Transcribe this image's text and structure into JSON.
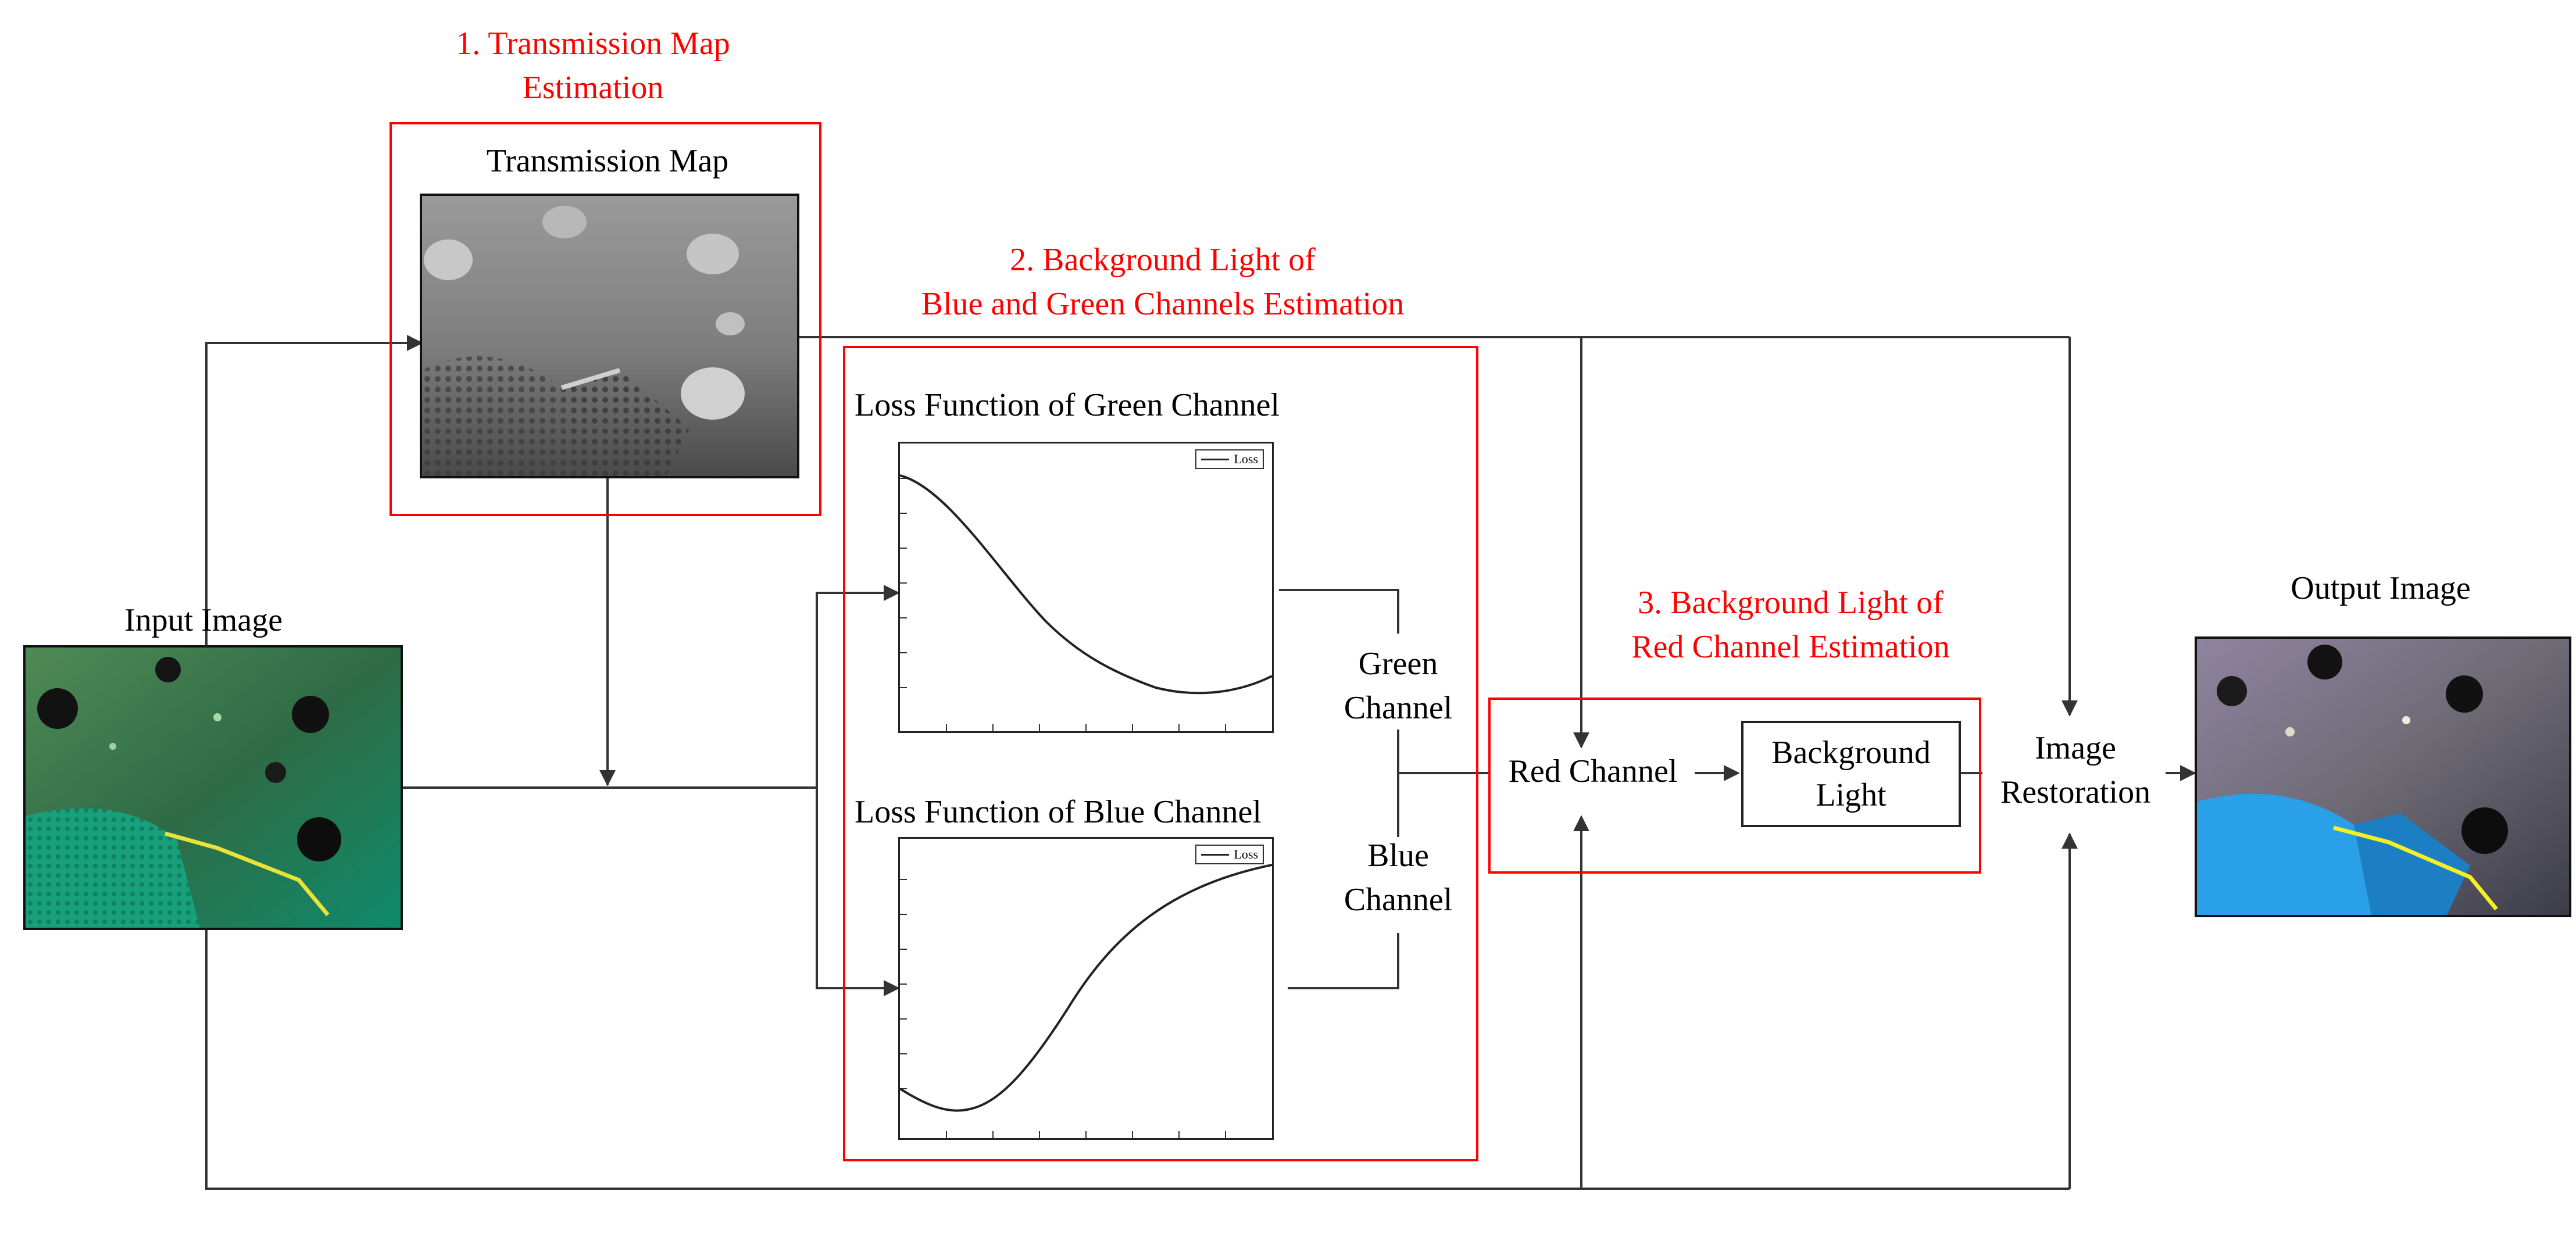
{
  "colors": {
    "accent_red": "#ff0000",
    "line": "#333333"
  },
  "step1": {
    "title_line1": "1. Transmission Map",
    "title_line2": "Estimation",
    "caption": "Transmission Map"
  },
  "step2": {
    "title_line1": "2. Background Light of",
    "title_line2": "Blue and Green Channels Estimation"
  },
  "step3": {
    "title_line1": "3. Background Light of",
    "title_line2": "Red Channel Estimation"
  },
  "input": {
    "caption": "Input Image"
  },
  "output": {
    "caption": "Output Image"
  },
  "green_plot": {
    "title": "Loss Function of Green Channel",
    "legend": "Loss"
  },
  "blue_plot": {
    "title": "Loss Function of Blue Channel",
    "legend": "Loss"
  },
  "labels": {
    "green_channel_l1": "Green",
    "green_channel_l2": "Channel",
    "blue_channel_l1": "Blue",
    "blue_channel_l2": "Channel",
    "red_channel": "Red Channel",
    "background_light_l1": "Background",
    "background_light_l2": "Light",
    "image_restoration_l1": "Image",
    "image_restoration_l2": "Restoration"
  }
}
